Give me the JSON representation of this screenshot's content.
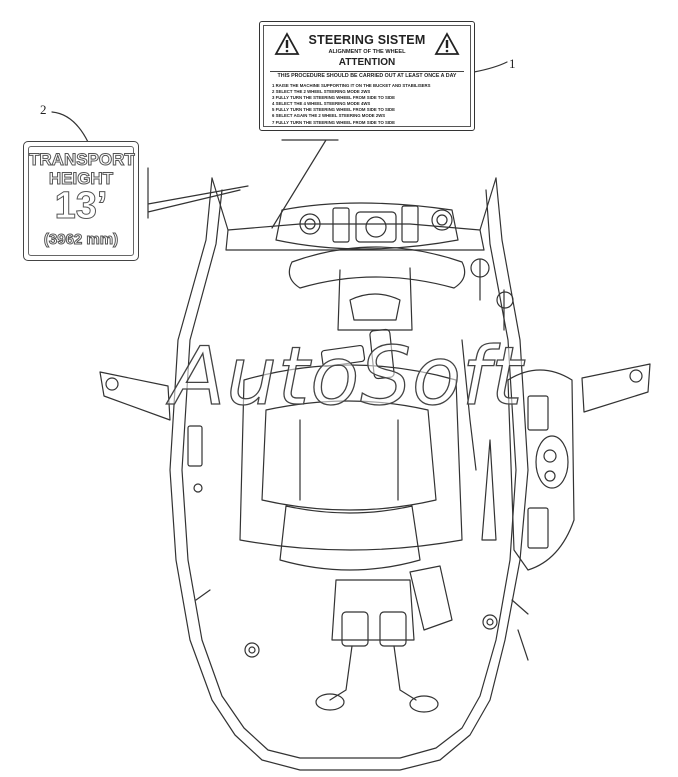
{
  "decal_steering": {
    "title": "STEERING SISTEM",
    "subtitle": "ALIGNMENT OF THE WHEEL",
    "attention": "ATTENTION",
    "procedure": "THIS PROCEDURE SHOULD BE CARRIED OUT AT LEAST ONCE A DAY",
    "steps": [
      "1 RAISE THE MACHINE SUPPORTING IT ON THE BUCKET AND STABILISERS",
      "2 SELECT THE 2 WHEEL STEERING MODE 2WS",
      "3 FULLY TURN THE STEERING WHEEL FROM SIDE TO SIDE",
      "4 SELECT THE 4 WHEEL STEERING MODE 4WS",
      "5 FULLY TURN THE STEERING WHEEL FROM SIDE TO SIDE",
      "6 SELECT AGAIN THE 2 WHEEL STEERING MODE 2WS",
      "7 FULLY TURN THE STEERING WHEEL FROM SIDE TO SIDE"
    ]
  },
  "decal_height": {
    "line1": "TRANSPORT",
    "line2": "HEIGHT",
    "value": "13’",
    "metric": "(3962 mm)"
  },
  "callouts": {
    "decal_steering": "1",
    "decal_height": "2"
  },
  "watermark": "AutoSoft",
  "colors": {
    "line": "#333333",
    "background": "#ffffff"
  }
}
